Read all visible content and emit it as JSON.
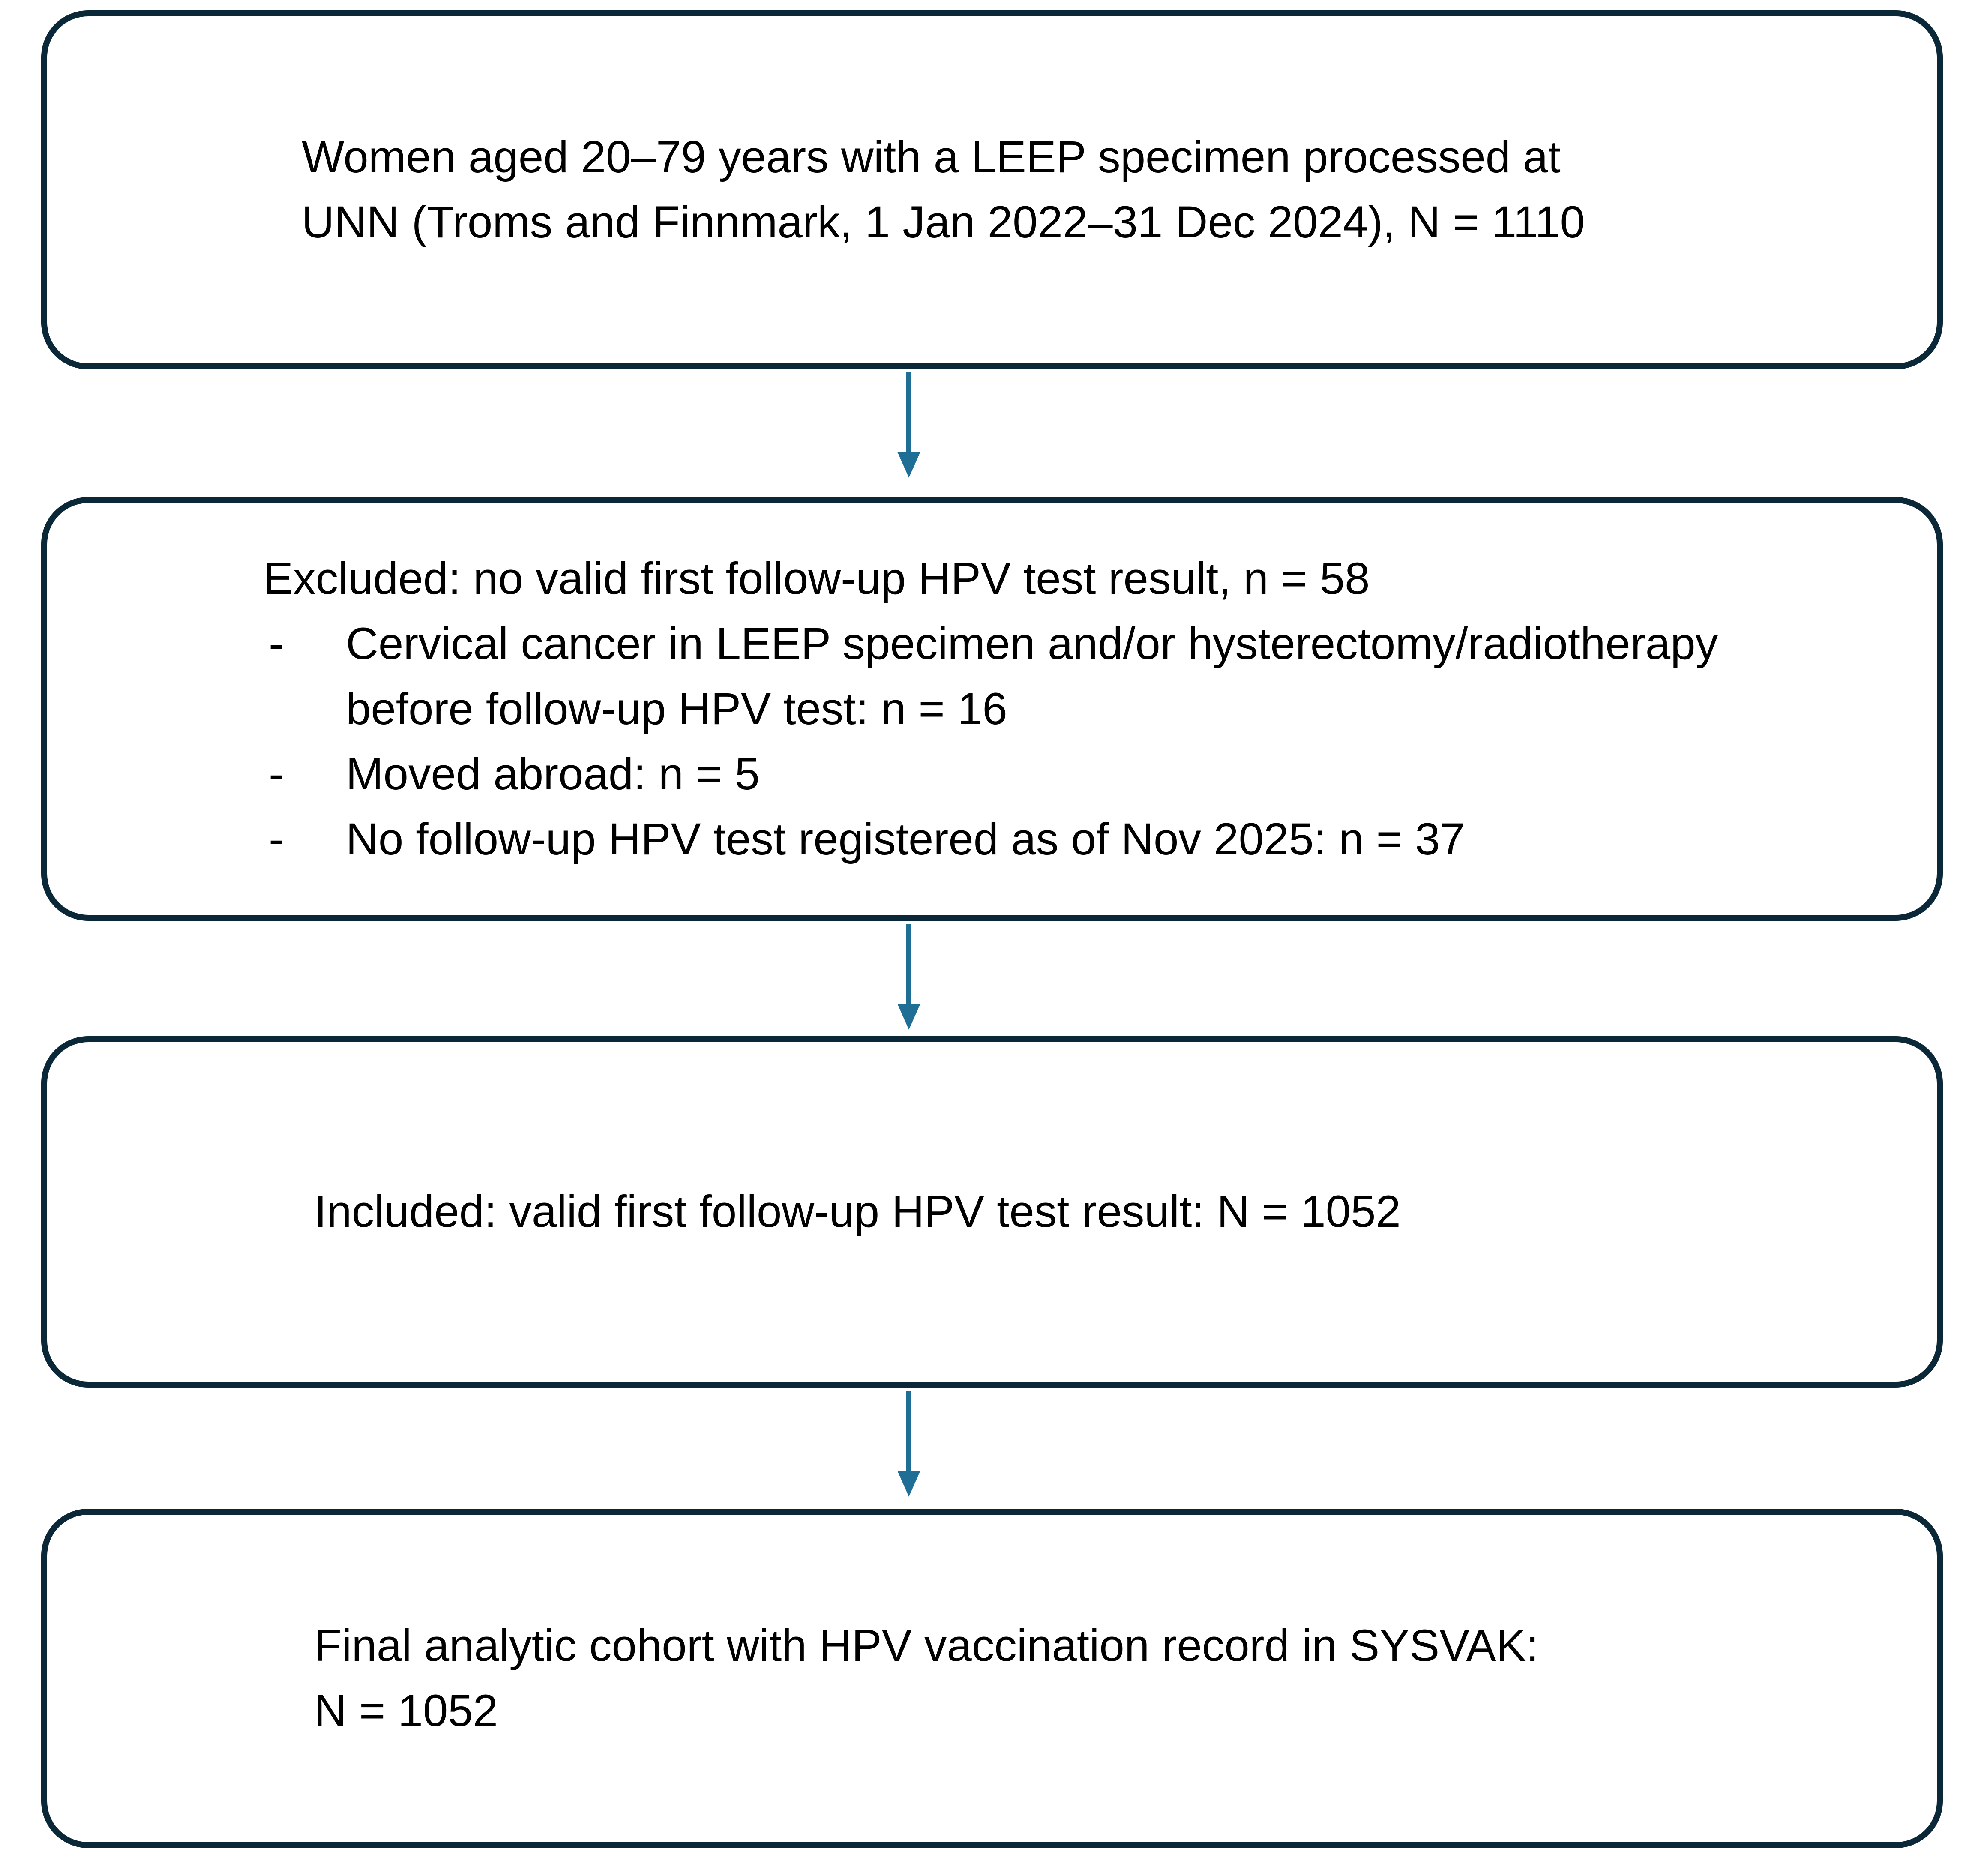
{
  "colors": {
    "border": "#0a2837",
    "arrow": "#1f6e96",
    "bg": "#ffffff",
    "text": "#000000"
  },
  "diagram": {
    "population": {
      "line1": "Women aged 20–79 years with a LEEP specimen processed at",
      "line2": "UNN (Troms and Finnmark, 1 Jan 2022–31 Dec 2024), N = 1110"
    },
    "excluded": {
      "header": "Excluded: no valid first follow-up HPV test result, n = 58",
      "bullet_marker": "-",
      "bullets": [
        "Cervical cancer in LEEP specimen and/or hysterectomy/radiotherapy before follow-up HPV test: n = 16",
        "Moved abroad: n = 5",
        "No follow-up HPV test registered as of Nov 2025: n = 37"
      ]
    },
    "included": {
      "line1": "Included: valid first follow-up HPV test result: N = 1052"
    },
    "final_cohort": {
      "line1": "Final analytic cohort with HPV vaccination record in SYSVAK:",
      "line2": "N = 1052"
    }
  }
}
